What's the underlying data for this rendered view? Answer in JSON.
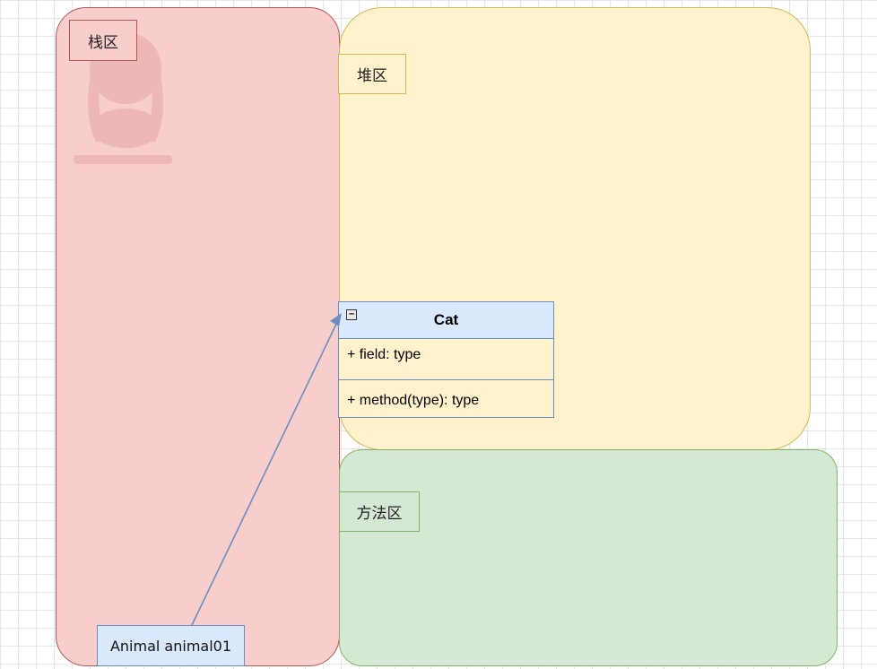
{
  "regions": {
    "stack_label": "栈区",
    "heap_label": "堆区",
    "method_label": "方法区"
  },
  "uml_class": {
    "name": "Cat",
    "collapse_symbol": "−",
    "field": "+ field: type",
    "method": "+ method(type): type"
  },
  "variable": {
    "label": "Animal animal01"
  },
  "colors": {
    "stack_fill": "#f8cecc",
    "heap_fill": "#fff2cc",
    "method_fill": "#d5e8d4",
    "class_header_fill": "#dae8fc",
    "arrow": "#6c8ebf"
  }
}
